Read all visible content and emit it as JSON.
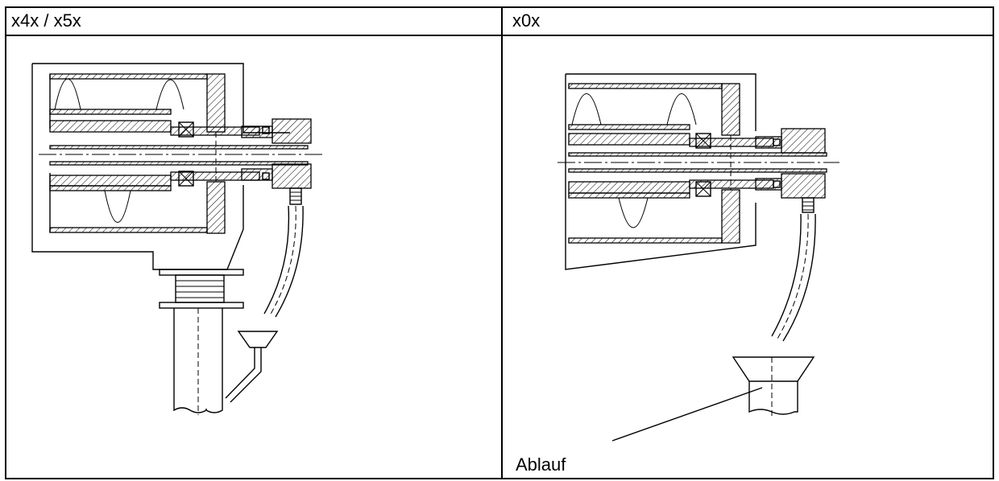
{
  "table": {
    "columns": [
      {
        "header": "x4x / x5x"
      },
      {
        "header": "x0x"
      }
    ]
  },
  "labels": {
    "ablauf": "Ablauf"
  }
}
